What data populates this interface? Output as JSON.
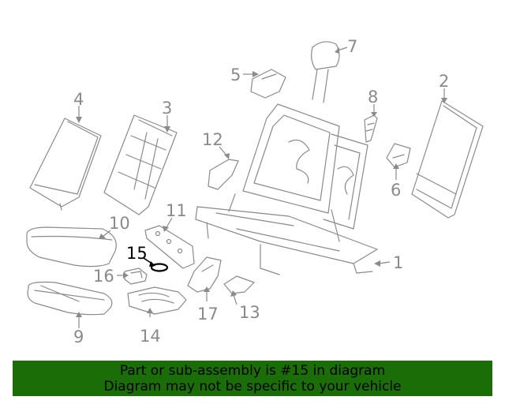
{
  "diagram": {
    "callouts": [
      "1",
      "2",
      "3",
      "4",
      "5",
      "6",
      "7",
      "8",
      "9",
      "10",
      "11",
      "12",
      "13",
      "14",
      "15",
      "16",
      "17"
    ],
    "highlighted_callout": "15",
    "colors": {
      "line": "#8a8a8a",
      "highlight": "#000000"
    }
  },
  "banner": {
    "line1": "Part or sub-assembly is #15 in diagram",
    "line2": "Diagram may not be specific to your vehicle",
    "background": "#1b6e07"
  }
}
